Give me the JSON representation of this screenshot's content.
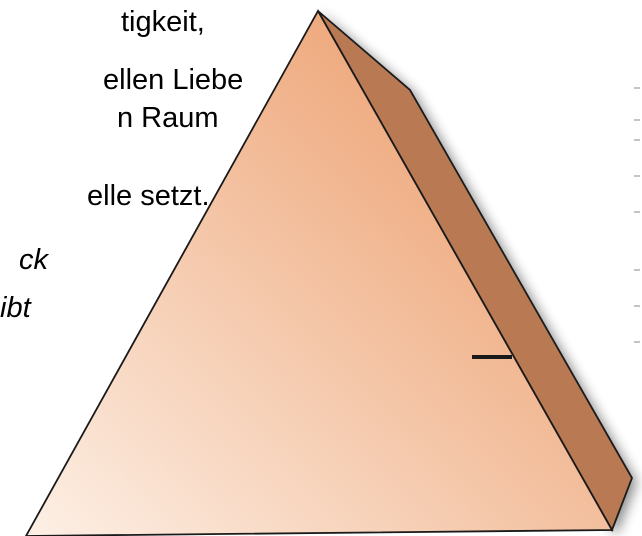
{
  "text": {
    "line1": "tigkeit,",
    "line2": "ellen Liebe",
    "line3": "n Raum",
    "line4": "elle setzt.",
    "line5": "ck",
    "line6": "ibt"
  },
  "colors": {
    "face_light": "#fdf0e6",
    "face_dark": "#eea77a",
    "side_face": "#b97a52",
    "outline": "#1a1a1a"
  }
}
